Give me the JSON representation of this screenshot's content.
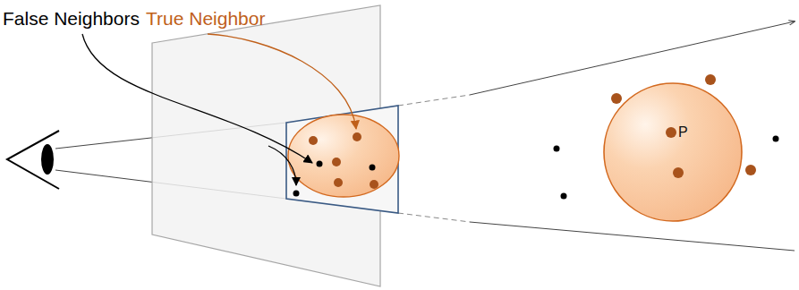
{
  "diagram": {
    "nodes": [
      {
        "text": [
          "P"
        ]
      }
    ],
    "labels": [
      "False Neighbors",
      "True Neighbor"
    ]
  }
}
